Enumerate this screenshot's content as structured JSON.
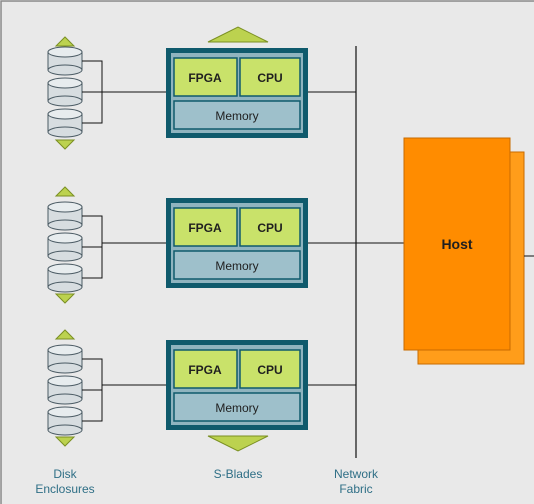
{
  "colors": {
    "background": "#e9e9e9",
    "frame": "#888888",
    "blade_outer": "#0f5a6c",
    "blade_inner": "#8fb4bf",
    "chip": "#c9e26a",
    "memory": "#9ec0cb",
    "disk_fill": "#d7dde0",
    "disk_stroke": "#4a5a63",
    "arrow": "#bcd24f",
    "host_front": "#ff8c00",
    "host_back": "#ff9d1a",
    "host_stroke": "#c86a00",
    "caption": "#2f6f86",
    "line": "#111111"
  },
  "icons": {
    "disk": "disk-cylinder-icon",
    "arrow_up": "triangle-up-icon",
    "arrow_down": "triangle-down-icon"
  },
  "blades": [
    {
      "fpga": "FPGA",
      "cpu": "CPU",
      "memory": "Memory"
    },
    {
      "fpga": "FPGA",
      "cpu": "CPU",
      "memory": "Memory"
    },
    {
      "fpga": "FPGA",
      "cpu": "CPU",
      "memory": "Memory"
    }
  ],
  "host": {
    "label": "Host"
  },
  "captions": {
    "disk_line1": "Disk",
    "disk_line2": "Enclosures",
    "blades": "S-Blades",
    "network_line1": "Network",
    "network_line2": "Fabric"
  }
}
